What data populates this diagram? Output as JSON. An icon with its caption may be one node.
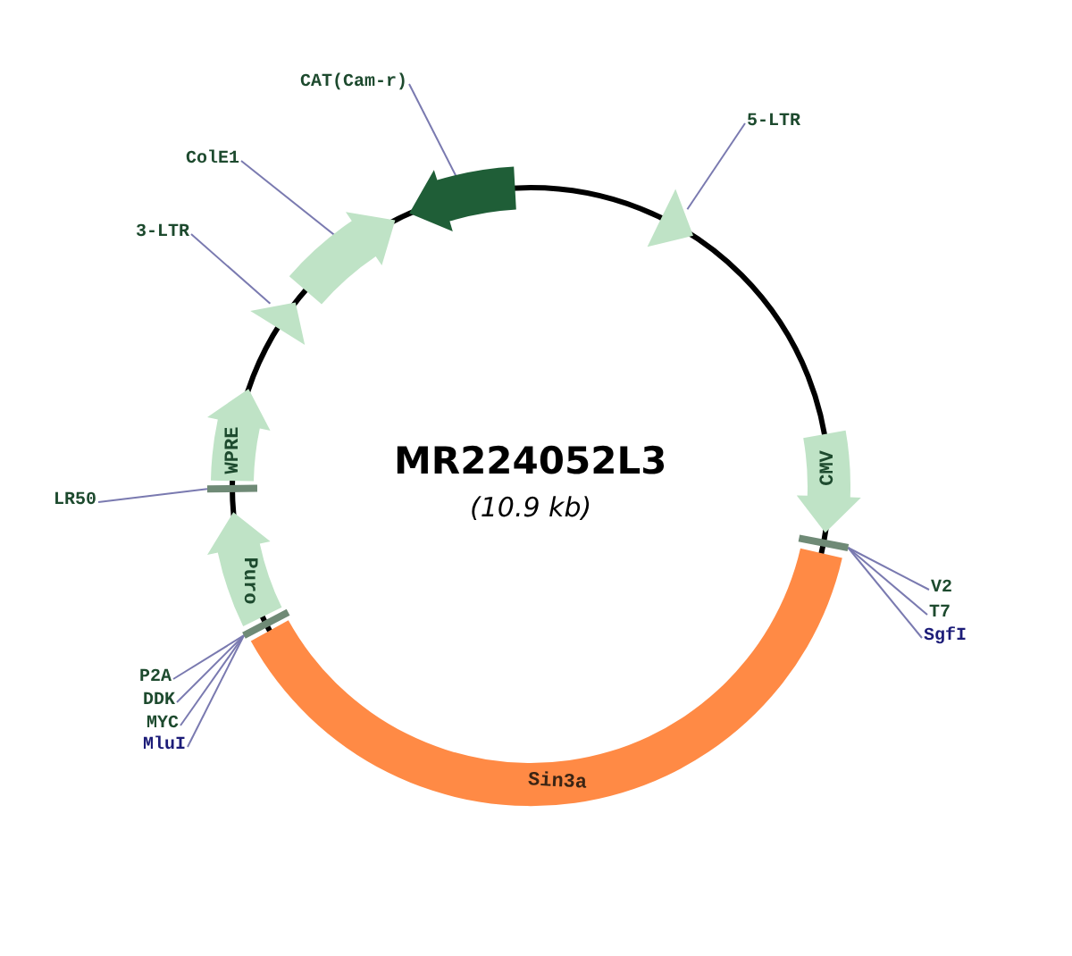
{
  "diagram": {
    "title": "MR224052L3",
    "nodes": [
      {
        "text": [
          "CAT(Cam-r)"
        ]
      },
      {
        "text": [],
        "shape": "arrow"
      },
      {
        "text": [
          "ColE1"
        ]
      },
      {
        "text": [],
        "shape": "arrow"
      },
      {
        "text": [
          "5-LTR"
        ]
      },
      {
        "text": [],
        "shape": "arrow"
      },
      {
        "text": [
          "3-LTR"
        ]
      },
      {
        "text": [],
        "shape": "arrow"
      },
      {
        "text": [
          "WPRE"
        ]
      },
      {
        "text": [
          "LR50"
        ]
      },
      {
        "text": [],
        "shape": "bar"
      },
      {
        "text": [
          "CMV"
        ]
      },
      {
        "text": [
          "V2"
        ]
      },
      {
        "text": [
          "T7"
        ]
      },
      {
        "text": [
          "SgfI"
        ]
      },
      {
        "text": [],
        "shape": "bar"
      },
      {
        "text": [
          "Puro"
        ]
      },
      {
        "text": [
          "P2A"
        ]
      },
      {
        "text": [
          "DDK"
        ]
      },
      {
        "text": [
          "MYC"
        ]
      },
      {
        "text": [
          "MluI"
        ]
      },
      {
        "text": [],
        "shape": "bar"
      },
      {
        "text": [
          "Sin3a"
        ]
      }
    ],
    "edges": [
      {
        "from": 0,
        "to": 1,
        "arrow": "none"
      },
      {
        "from": 2,
        "to": 3,
        "arrow": "none"
      },
      {
        "from": 4,
        "to": 5,
        "arrow": "none"
      },
      {
        "from": 6,
        "to": 7,
        "arrow": "none"
      },
      {
        "from": 9,
        "to": 10,
        "arrow": "none"
      },
      {
        "from": 12,
        "to": 15,
        "arrow": "none"
      },
      {
        "from": 13,
        "to": 15,
        "arrow": "none"
      },
      {
        "from": 14,
        "to": 15,
        "arrow": "none"
      },
      {
        "from": 17,
        "to": 21,
        "arrow": "none"
      },
      {
        "from": 18,
        "to": 21,
        "arrow": "none"
      },
      {
        "from": 19,
        "to": 21,
        "arrow": "none"
      },
      {
        "from": 20,
        "to": 21,
        "arrow": "none"
      }
    ],
    "labels": [
      "(10.9 kb)"
    ]
  }
}
